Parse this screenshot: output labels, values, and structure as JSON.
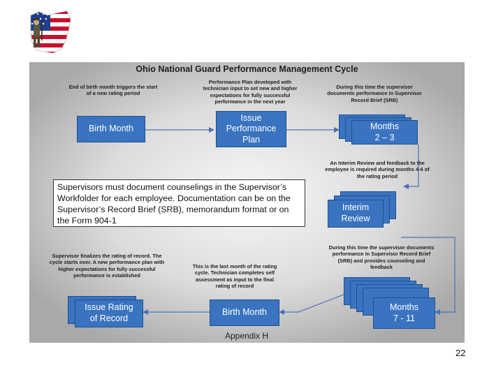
{
  "title": "Ohio National Guard Performance Management Cycle",
  "notes": {
    "birth_month_trigger": "End of birth month triggers the start of a new rating period",
    "plan_developed": "Performance Plan developed with technician input to set new and higher expectations for fully successful performance in the next year",
    "supervisor_documents_1": "During this time the supervisor documents performance in Supervisor Record Brief (SRB)",
    "interim_required": "An Interim Review and feedback to the employee is required during months 4-6 of the rating period",
    "supervisor_documents_2": "During this time the supervisor documents performance in Supervisor Record Brief (SRB) and provides counseling and feedback",
    "last_month": "This is the last month of the rating cycle. Technician completes self assessment as input to the final rating of record",
    "supervisor_finalizes": "Supervisor finalizes the rating of record. The cycle starts over. A new performance plan with higher expectations for fully successful performance is established"
  },
  "boxes": {
    "birth_month_top": "Birth Month",
    "issue_plan": "Issue\nPerformance\nPlan",
    "months_2_3": "Months\n2 – 3",
    "interim_review": "Interim\nReview",
    "months_7_11": "Months\n7 - 11",
    "birth_month_bottom": "Birth Month",
    "issue_rating": "Issue Rating\nof Record"
  },
  "documentation_text": "Supervisors must document counselings in the Supervisor’s Workfolder for each employee. Documentation can be on the Supervisor’s Record Brief (SRB), memorandum format or on the Form 904-1",
  "appendix": "Appendix H",
  "slide_number": "22",
  "colors": {
    "box_fill": "#3a74c0",
    "box_border": "#1f4f8f",
    "arrow": "#4a70b5"
  }
}
